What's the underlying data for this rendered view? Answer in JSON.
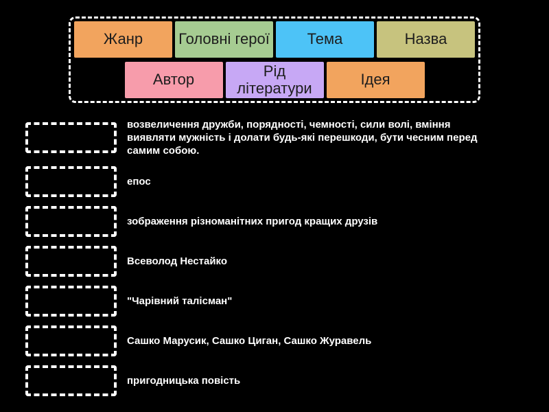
{
  "activity": {
    "type_label": "match-up",
    "background_color": "#000000",
    "bank_border_color": "#ffffff",
    "box_border_color": "#ffffff",
    "tile_text_color": "#1d1d1d",
    "clue_text_color": "#ffffff"
  },
  "word_bank": {
    "rows": [
      [
        {
          "name": "tile-genre",
          "label": "Жанр",
          "color": "#f2a45e"
        },
        {
          "name": "tile-main-characters",
          "label": "Головні герої",
          "color": "#a6cc92"
        },
        {
          "name": "tile-theme",
          "label": "Тема",
          "color": "#4dc3f7"
        },
        {
          "name": "tile-title",
          "label": "Назва",
          "color": "#c7c37e"
        }
      ],
      [
        {
          "name": "tile-author",
          "label": "Автор",
          "color": "#f79cab"
        },
        {
          "name": "tile-literary-kind",
          "label": "Рід літератури",
          "color": "#c7a8f5"
        },
        {
          "name": "tile-idea",
          "label": "Ідея",
          "color": "#f2a45e"
        }
      ]
    ]
  },
  "matches": [
    {
      "text": "возвеличення дружби, порядності, чемності, сили волі, вміння виявляти мужність і долати будь-які перешкоди, бути чесним перед самим собою."
    },
    {
      "text": "епос"
    },
    {
      "text": "зображення різноманітних пригод кращих друзів"
    },
    {
      "text": "Всеволод Нестайко"
    },
    {
      "text": "\"Чарівний талісман\""
    },
    {
      "text": "Сашко Марусик, Сашко Циган, Сашко Журавель"
    },
    {
      "text": "пригодницька повість"
    }
  ]
}
